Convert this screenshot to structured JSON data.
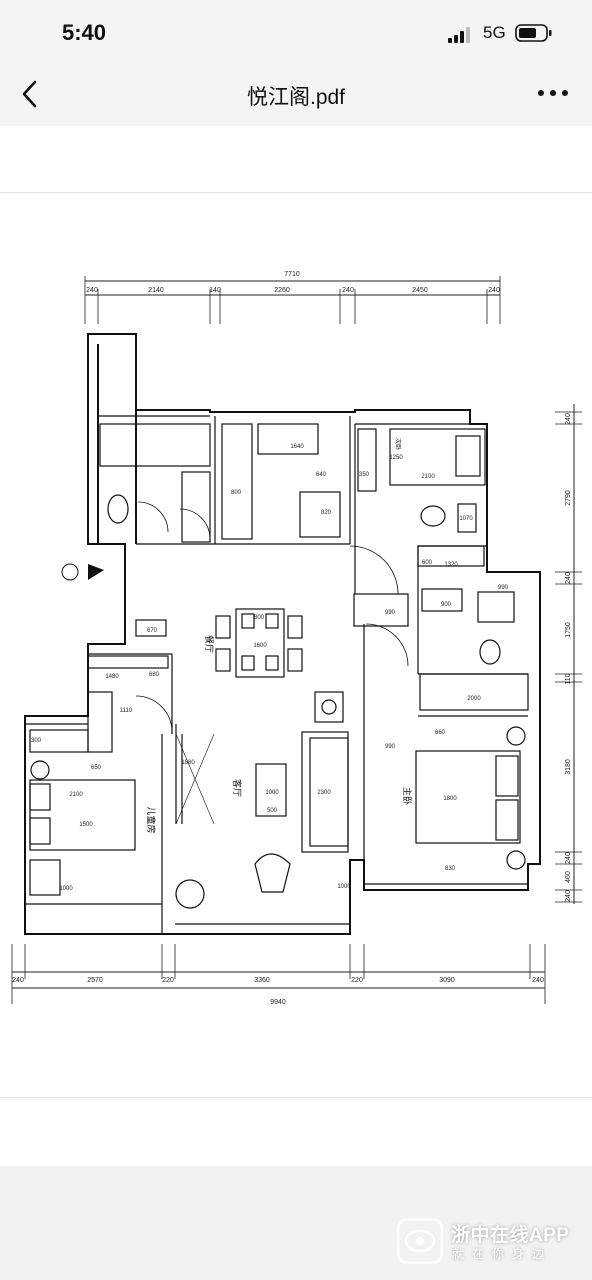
{
  "status": {
    "time": "5:40",
    "network": "5G"
  },
  "header": {
    "title": "悦江阁.pdf"
  },
  "plan": {
    "top_total": "7710",
    "top_dims": [
      "240",
      "2140",
      "140",
      "2260",
      "240",
      "2450",
      "240"
    ],
    "bottom_dims": [
      "240",
      "2570",
      "220",
      "3360",
      "220",
      "3090",
      "240"
    ],
    "bottom_total": "9940",
    "right_dims": [
      "240",
      "2790",
      "240",
      "1750",
      "110",
      "3180",
      "240",
      "460",
      "240"
    ],
    "rooms": {
      "dining": "餐厅",
      "living": "客厅",
      "master": "主卧",
      "child": "儿童房",
      "secondary": "次卧"
    },
    "labels": [
      "1640",
      "640",
      "800",
      "670",
      "1480",
      "680",
      "1110",
      "300",
      "2100",
      "650",
      "1500",
      "1000",
      "800",
      "1600",
      "1880",
      "1000",
      "500",
      "2300",
      "350",
      "1250",
      "2100",
      "1070",
      "600",
      "1320",
      "990",
      "900",
      "990",
      "820",
      "2000",
      "990",
      "660",
      "1800",
      "830",
      "1000"
    ]
  },
  "footer": {
    "brand": "浙中在线APP",
    "slogan": "就在你身边"
  }
}
